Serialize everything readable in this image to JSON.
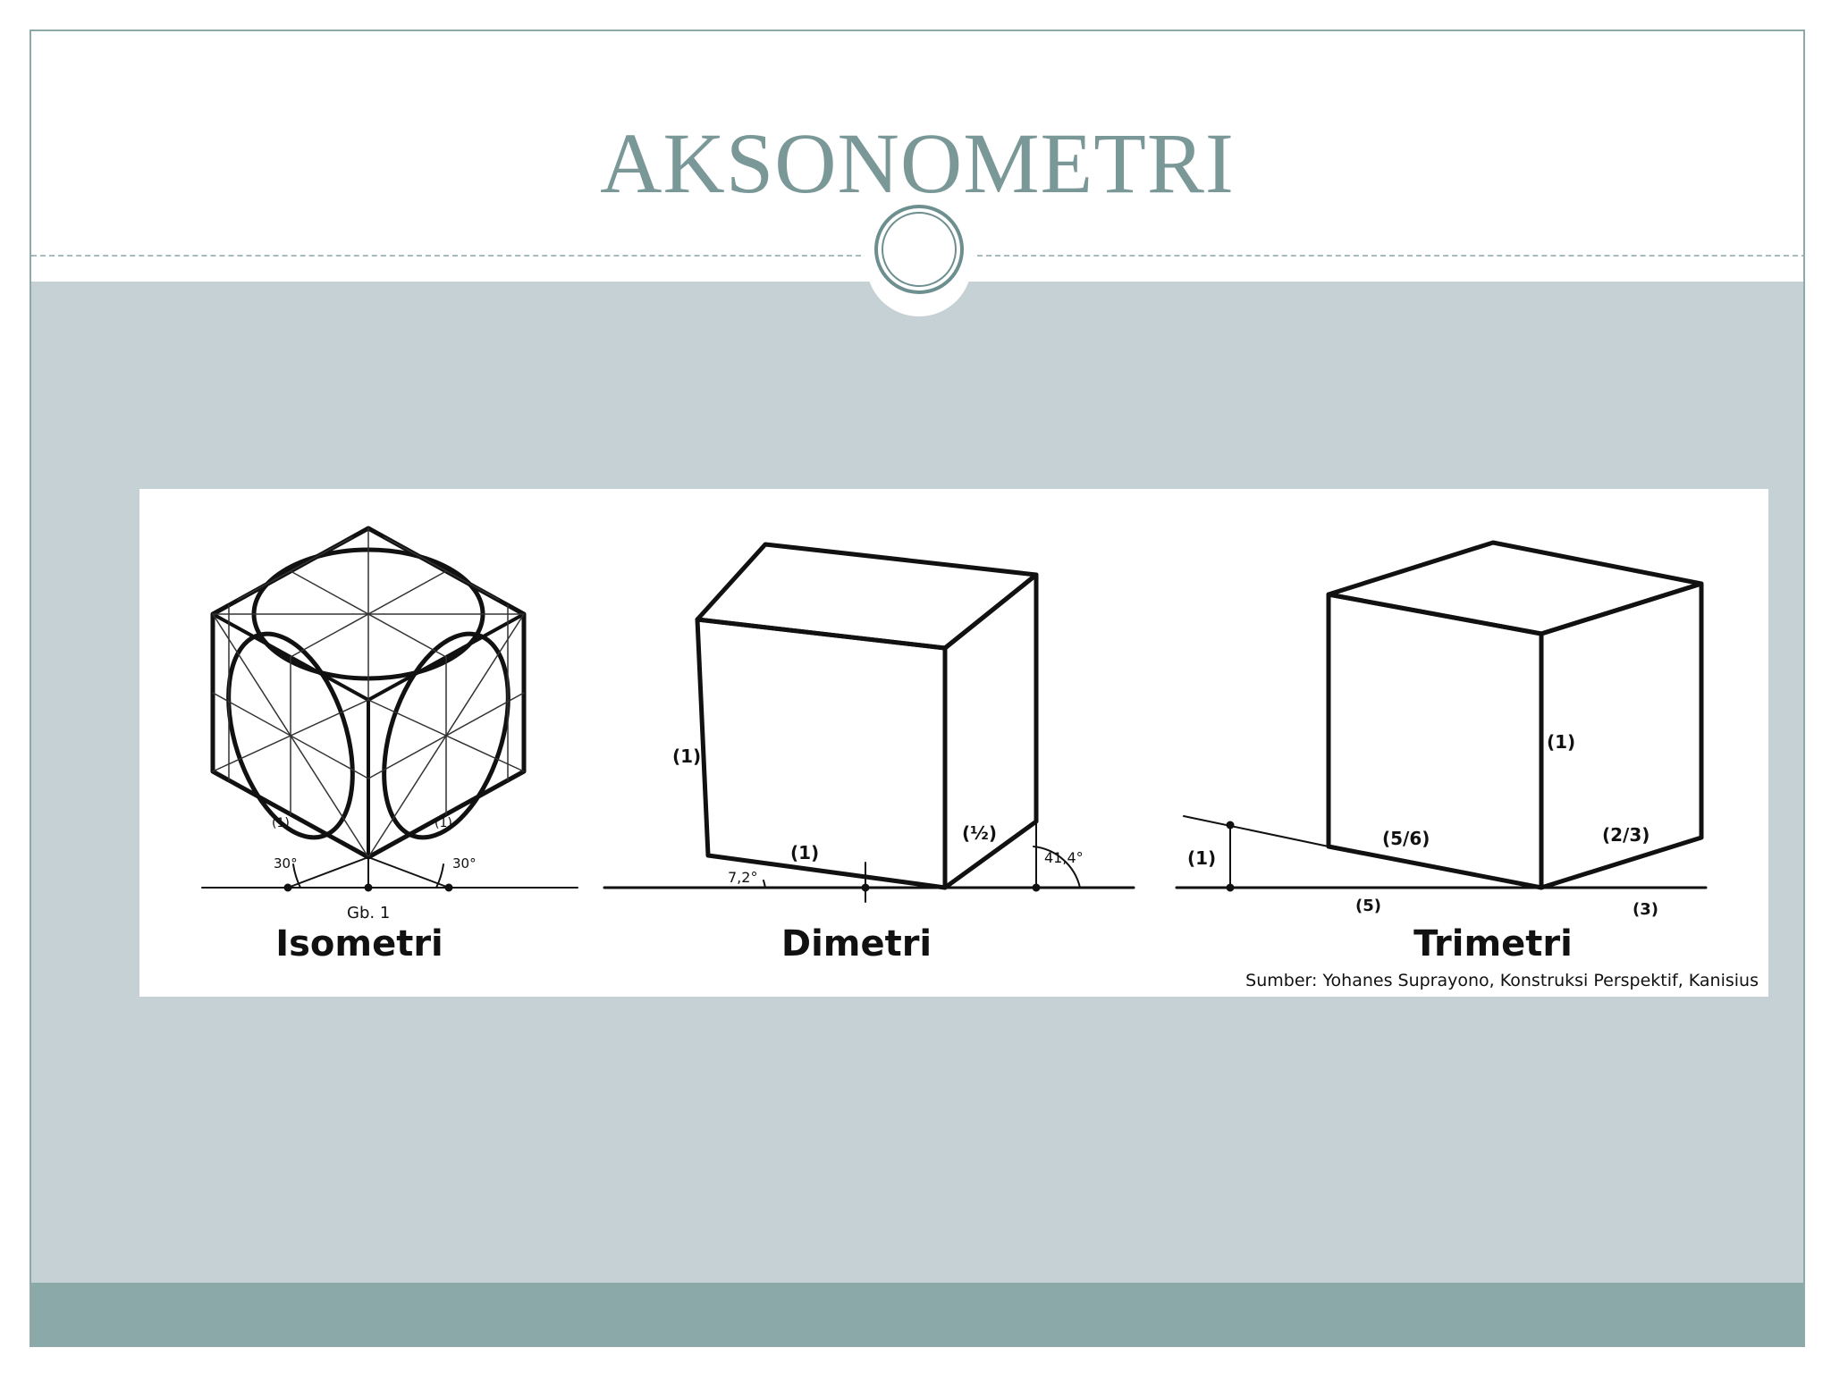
{
  "slide": {
    "title": "AKSONOMETRI",
    "colors": {
      "title": "#7b9898",
      "content_bg": "#c5d1d5",
      "footer": "#8ca9aa",
      "ring": "#6e8f90"
    }
  },
  "figure": {
    "isometri": {
      "caption": "Isometri",
      "fig_label": "Gb. 1",
      "angle_left": "30°",
      "angle_right": "30°",
      "unit_left": "(1)",
      "unit_right": "(1)"
    },
    "dimetri": {
      "caption": "Dimetri",
      "height_label": "(1)",
      "front_label": "(1)",
      "side_label": "(½)",
      "angle_left": "7,2°",
      "angle_right": "41,4°"
    },
    "trimetri": {
      "caption": "Trimetri",
      "height_label": "(1)",
      "ref_label": "(1)",
      "front_label": "(5/6)",
      "side_label": "(2/3)",
      "base_left": "(5)",
      "base_right": "(3)"
    },
    "source": "Sumber: Yohanes Suprayono, Konstruksi Perspektif, Kanisius"
  }
}
